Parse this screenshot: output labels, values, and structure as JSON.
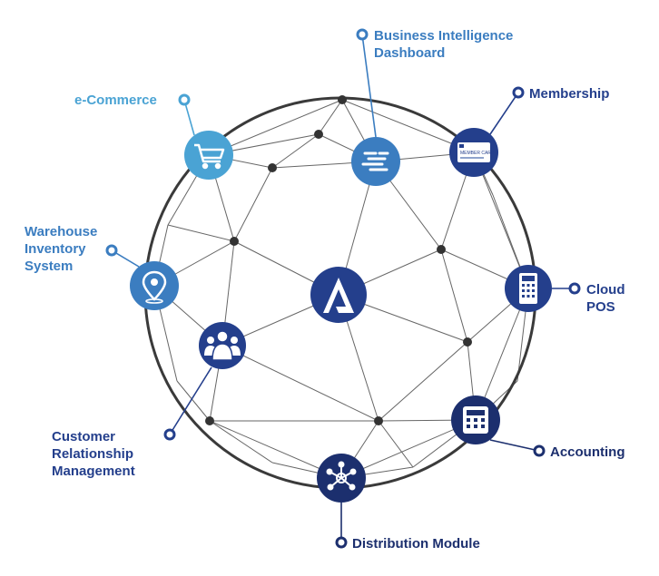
{
  "colors": {
    "light_blue": "#4aa3d4",
    "mid_blue": "#3b7dc0",
    "navy": "#243f8c",
    "dark_navy": "#1c2f6e",
    "ring": "#3a3a3a",
    "mesh": "#555555",
    "node": "#3a3a3a"
  },
  "center": {
    "icon": "logo-arrow-icon"
  },
  "modules": [
    {
      "id": "business-intelligence",
      "label": "Business Intelligence\nDashboard",
      "icon": "lines-icon"
    },
    {
      "id": "membership",
      "label": "Membership",
      "icon": "member-card-icon",
      "card_text": "MEMBER CARD"
    },
    {
      "id": "cloud-pos",
      "label": "Cloud\nPOS",
      "icon": "pos-terminal-icon"
    },
    {
      "id": "accounting",
      "label": "Accounting",
      "icon": "calculator-icon"
    },
    {
      "id": "distribution",
      "label": "Distribution Module",
      "icon": "network-hub-icon"
    },
    {
      "id": "crm",
      "label": "Customer\nRelationship\nManagement",
      "icon": "people-icon"
    },
    {
      "id": "warehouse",
      "label": "Warehouse\nInventory\nSystem",
      "icon": "map-pin-icon"
    },
    {
      "id": "ecommerce",
      "label": "e-Commerce",
      "icon": "cart-icon"
    }
  ]
}
